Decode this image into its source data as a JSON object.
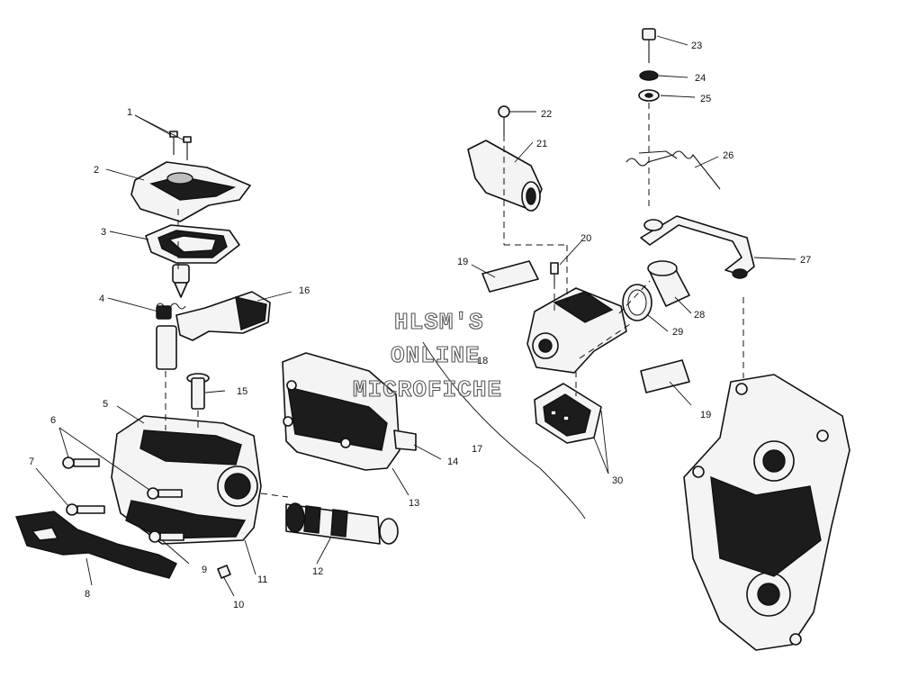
{
  "callouts": [
    "1",
    "2",
    "3",
    "4",
    "5",
    "6",
    "7",
    "8",
    "9",
    "10",
    "11",
    "12",
    "13",
    "14",
    "15",
    "16",
    "17",
    "18",
    "19",
    "19",
    "20",
    "21",
    "22",
    "23",
    "24",
    "25",
    "26",
    "27",
    "28",
    "29",
    "30"
  ],
  "watermark": [
    "HLSM'S",
    "ONLINE",
    "MICROFICHE"
  ]
}
